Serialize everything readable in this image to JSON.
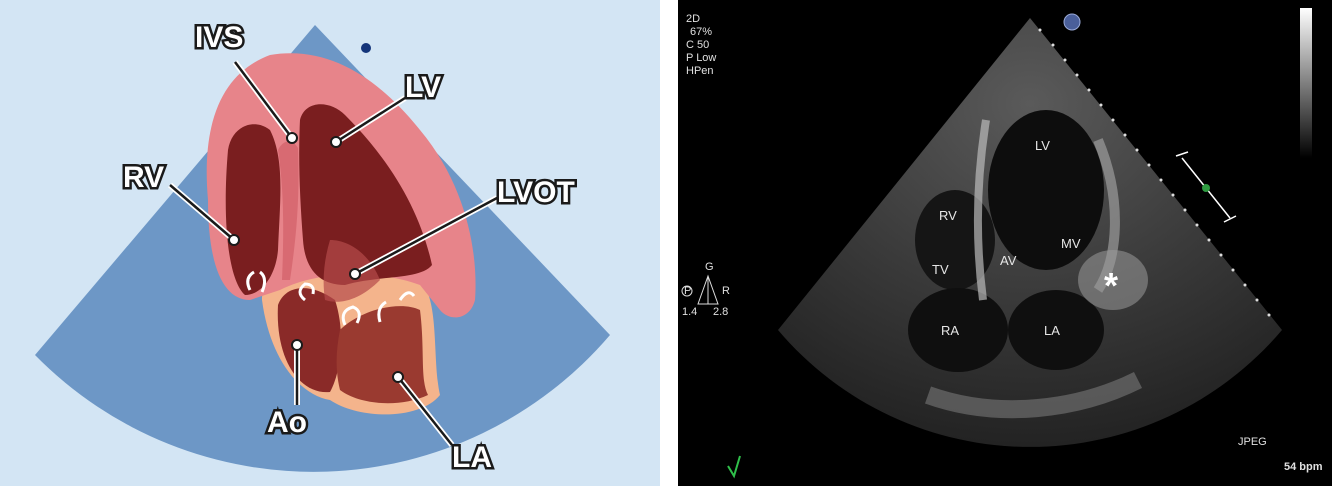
{
  "diagram": {
    "labels": {
      "ivs": "IVS",
      "lv": "LV",
      "rv": "RV",
      "lvot": "LVOT",
      "ao": "Ao",
      "la": "LA"
    },
    "colors": {
      "background": "#d3e5f4",
      "sector": "#6d97c6",
      "myocardium": "#e7848a",
      "chamber": "#7a1e1f",
      "aorta_atrium_wall": "#f4b48c"
    }
  },
  "echo": {
    "mode_lines": [
      "2D",
      "67%",
      "C 50",
      "P Low",
      "HPen"
    ],
    "labels": {
      "lv": "LV",
      "rv": "RV",
      "tv": "TV",
      "av": "AV",
      "mv": "MV",
      "ra": "RA",
      "la": "LA",
      "asterisk": "*"
    },
    "probe_icon": {
      "top": "G",
      "left": "P",
      "right": "R",
      "left_value": "1.4",
      "right_value": "2.8"
    },
    "format": "JPEG",
    "heart_rate": "54 bpm"
  }
}
